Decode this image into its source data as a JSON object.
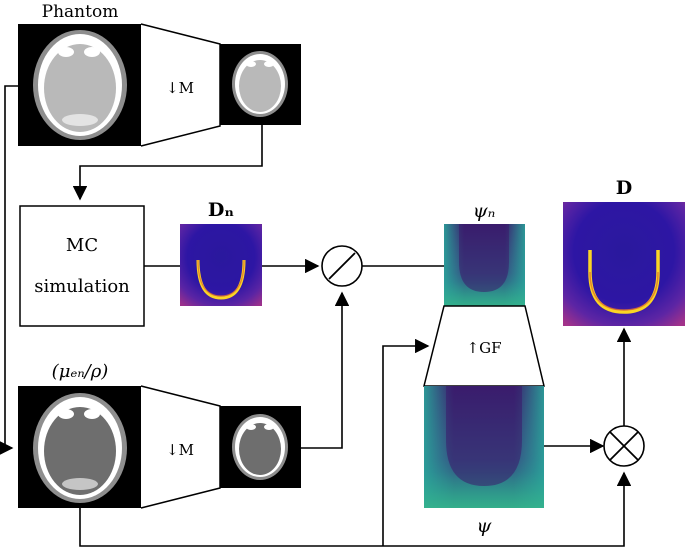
{
  "labels": {
    "phantom": "Phantom",
    "downsample_top": "↓M",
    "downsample_bottom": "↓M",
    "mc_line1": "MC",
    "mc_line2": "simulation",
    "dn": "Dₙ",
    "psi_n": "ψₙ",
    "upsample": "↑GF",
    "d": "D",
    "mu_rho": "(μₑₙ/ρ)",
    "psi": "ψ"
  },
  "operators": {
    "divide": "⊘",
    "multiply": "⊗"
  },
  "colors": {
    "plasma_dark": "#1f0c8f",
    "plasma_mid": "#7b1fa2",
    "plasma_bright": "#fbd524",
    "viridis_dark": "#3b1a6b",
    "viridis_teal": "#2aa39a",
    "bone": "#ffffff",
    "tissue_light": "#b9b9b9",
    "tissue_dark": "#6e6e6e"
  }
}
